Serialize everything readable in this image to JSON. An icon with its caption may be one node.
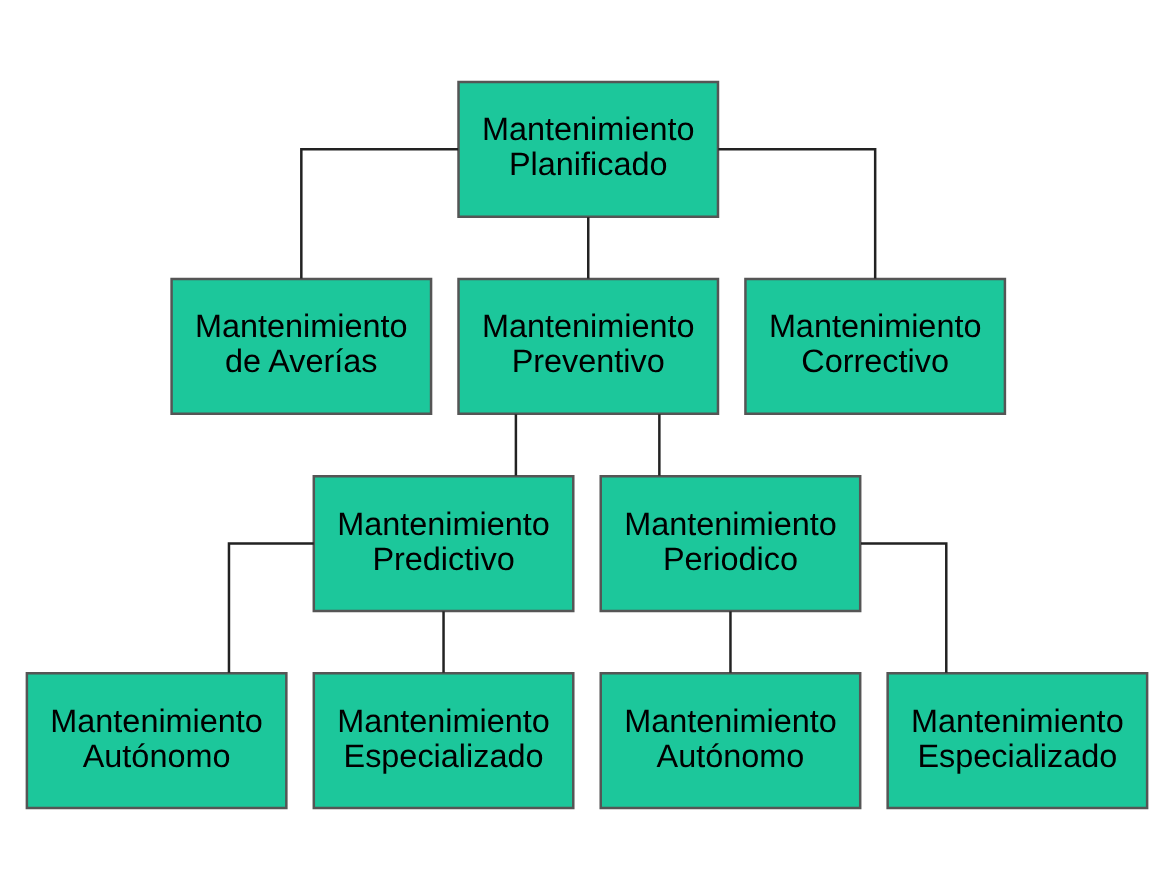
{
  "diagram": {
    "nodes": [
      {
        "text": [
          "Mantenimiento Planificado"
        ]
      },
      {
        "text": [
          "Mantenimiento de Averías"
        ]
      },
      {
        "text": [
          "Mantenimiento Preventivo"
        ]
      },
      {
        "text": [
          "Mantenimiento Correctivo"
        ]
      },
      {
        "text": [
          "Mantenimiento Predictivo"
        ]
      },
      {
        "text": [
          "Mantenimiento Periodico"
        ]
      },
      {
        "text": [
          "Mantenimiento Autónomo"
        ]
      },
      {
        "text": [
          "Mantenimiento Especializado"
        ]
      },
      {
        "text": [
          "Mantenimiento Autónomo"
        ]
      },
      {
        "text": [
          "Mantenimiento Especializado"
        ]
      }
    ],
    "edges": [
      {
        "from": 0,
        "to": 1,
        "arrow": "none"
      },
      {
        "from": 0,
        "to": 2,
        "arrow": "none"
      },
      {
        "from": 0,
        "to": 3,
        "arrow": "none"
      },
      {
        "from": 2,
        "to": 4,
        "arrow": "none"
      },
      {
        "from": 2,
        "to": 5,
        "arrow": "none"
      },
      {
        "from": 4,
        "to": 6,
        "arrow": "none"
      },
      {
        "from": 4,
        "to": 7,
        "arrow": "none"
      },
      {
        "from": 5,
        "to": 8,
        "arrow": "none"
      },
      {
        "from": 5,
        "to": 9,
        "arrow": "none"
      }
    ]
  }
}
